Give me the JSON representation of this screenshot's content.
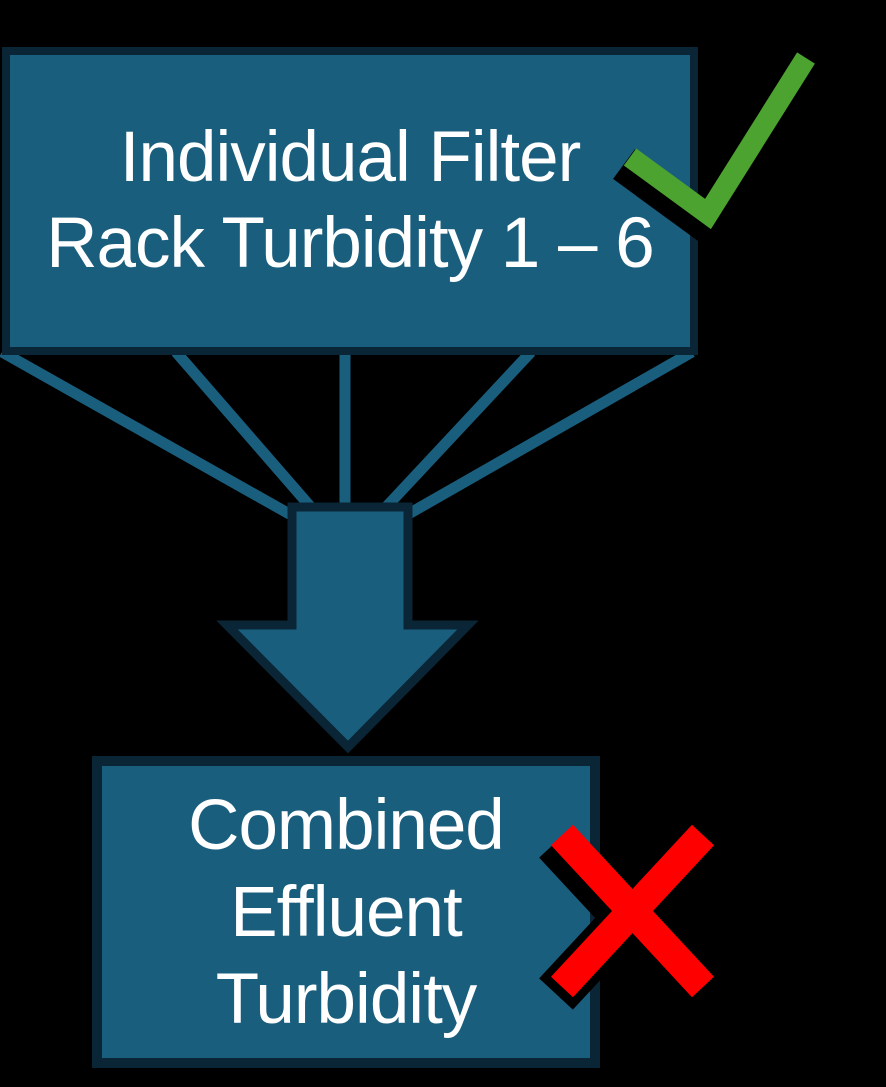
{
  "colors": {
    "background": "#000000",
    "shape_fill": "#1A5E7E",
    "shape_border": "#0A2535",
    "text_color": "#FFFFFF",
    "check_green": "#4DA32F",
    "cross_red": "#FF0000",
    "shadow_black": "#000000"
  },
  "top_box": {
    "lines": [
      "Individual Filter",
      "Rack Turbidity 1 – 6"
    ],
    "icon": "checkmark-icon",
    "status": "pass"
  },
  "bottom_box": {
    "lines": [
      "Combined",
      "Effluent",
      "Turbidity"
    ],
    "icon": "x-mark-icon",
    "status": "fail"
  },
  "connectors": {
    "count": 5,
    "style": "converging-to-arrow"
  }
}
